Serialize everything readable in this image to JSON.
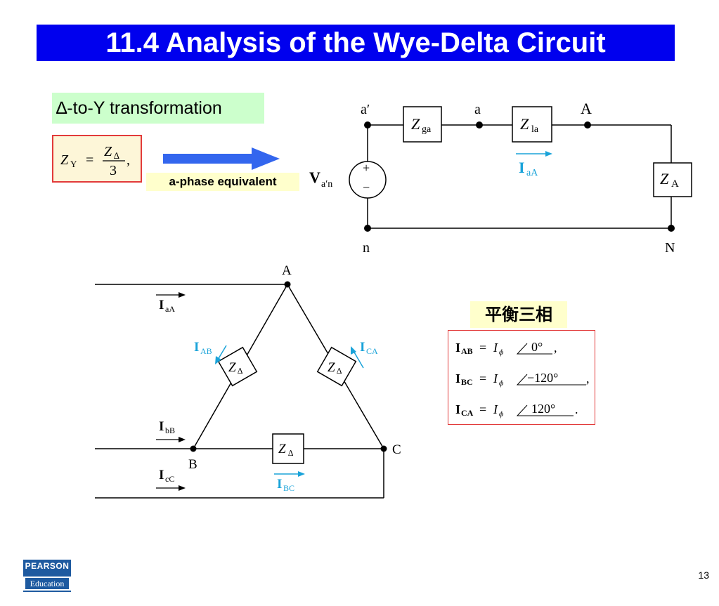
{
  "slide": {
    "title": "11.4 Analysis of the Wye-Delta Circuit",
    "transform_label": "∆-to-Y transformation",
    "arrow_label": "a-phase equivalent",
    "balanced_label": "平衡三相",
    "page_number": "13"
  },
  "formula": {
    "lhs": "Z",
    "lhs_sub": "Y",
    "eq": "=",
    "num": "Z",
    "num_sub": "∆",
    "den": "3",
    "tail": ","
  },
  "circuit_top": {
    "node_a_prime": "a′",
    "node_a": "a",
    "node_A": "A",
    "node_n": "n",
    "node_N": "N",
    "z_ga": "Z",
    "z_ga_sub": "ga",
    "z_la": "Z",
    "z_la_sub": "la",
    "z_A": "Z",
    "z_A_sub": "A",
    "source": "V",
    "source_sub": "a′n",
    "plus": "+",
    "minus": "−",
    "current": "I",
    "current_sub": "aA"
  },
  "circuit_delta": {
    "node_A": "A",
    "node_B": "B",
    "node_C": "C",
    "z_delta": "Z",
    "z_delta_sub": "∆",
    "i_aA": "I",
    "i_aA_sub": "aA",
    "i_bB": "I",
    "i_bB_sub": "bB",
    "i_cC": "I",
    "i_cC_sub": "cC",
    "i_AB": "I",
    "i_AB_sub": "AB",
    "i_CA": "I",
    "i_CA_sub": "CA",
    "i_BC": "I",
    "i_BC_sub": "BC"
  },
  "phase_currents": [
    {
      "name": "I",
      "sub": "AB",
      "eq": "=",
      "mag": "I",
      "mag_sub": "ϕ",
      "angle": "0°",
      "tail": ","
    },
    {
      "name": "I",
      "sub": "BC",
      "eq": "=",
      "mag": "I",
      "mag_sub": "ϕ",
      "angle": "−120°",
      "tail": ","
    },
    {
      "name": "I",
      "sub": "CA",
      "eq": "=",
      "mag": "I",
      "mag_sub": "ϕ",
      "angle": "120°",
      "tail": "."
    }
  ],
  "logo": {
    "top": "PEARSON",
    "bottom": "Education"
  },
  "colors": {
    "title_bg": "#0000ee",
    "arrow": "#3366ee",
    "current_cyan": "#1aa3d9",
    "box_red": "#e23a3a"
  }
}
